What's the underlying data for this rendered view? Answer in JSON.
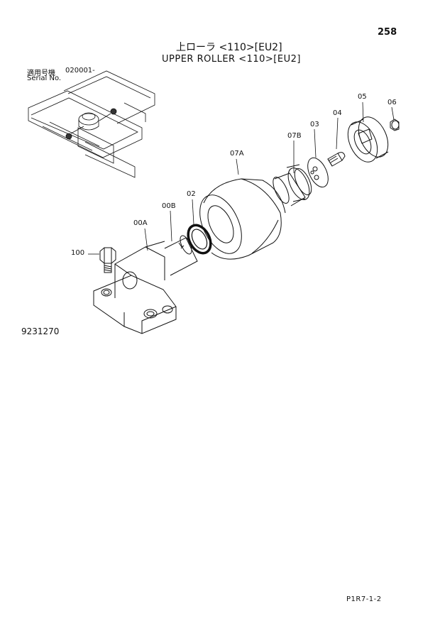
{
  "header": {
    "page_number": "258",
    "title_jp": "上ローラ <110>[EU2]",
    "title_en": "UPPER ROLLER <110>[EU2]"
  },
  "serial": {
    "label_jp": "適用号機",
    "value": "020001-",
    "label_en": "Serial No."
  },
  "parts": {
    "p100": "100",
    "p00A": "00A",
    "p00B": "00B",
    "p02": "02",
    "p07A": "07A",
    "p07B": "07B",
    "p03": "03",
    "p04": "04",
    "p05": "05",
    "p06": "06"
  },
  "figure_number": "9231270",
  "footer_code": "P1R7-1-2",
  "colors": {
    "ink": "#111111",
    "paper": "#ffffff"
  }
}
